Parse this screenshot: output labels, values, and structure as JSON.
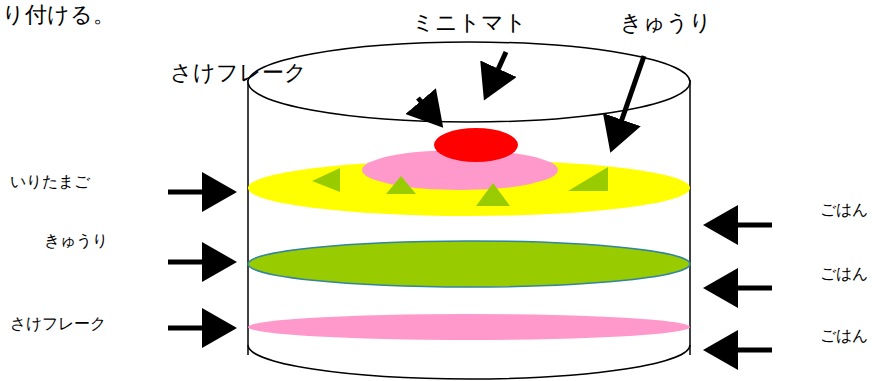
{
  "diagram": {
    "labels": [
      "り付ける。",
      "ミニトマト",
      "きゅうり",
      "さけフレーク",
      "いりたまご",
      "ごはん",
      "きゅうり",
      "ごはん",
      "さけフレーク",
      "ごはん"
    ]
  }
}
